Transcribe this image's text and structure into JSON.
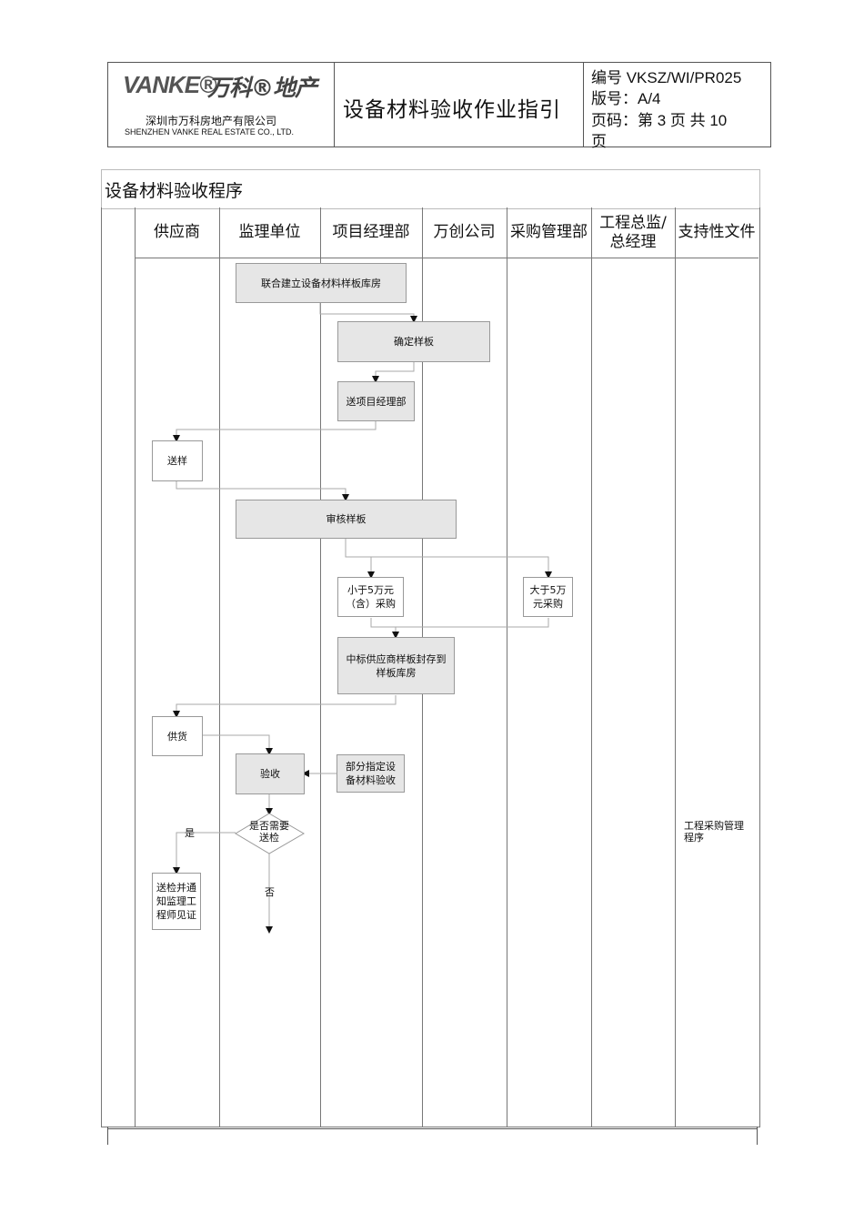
{
  "header": {
    "logo_en": "VANKE®",
    "logo_cn": "万科®地产",
    "company_cn": "深圳市万科房地产有限公司",
    "company_en": "SHENZHEN VANKE REAL ESTATE CO., LTD.",
    "doc_title": "设备材料验收作业指引",
    "code": "编号 VKSZ/WI/PR025",
    "version": "版号：A/4",
    "page_line": "页码：第 3 页 共 10",
    "page_line2": "页"
  },
  "section_title": "设备材料验收程序",
  "lanes": [
    "供应商",
    "监理单位",
    "项目经理部",
    "万创公司",
    "采购管理部",
    "工程总监/总经理",
    "支持性文件"
  ],
  "flow": {
    "step1": "联合建立设备材料样板库房",
    "step2": "确定样板",
    "step3": "送项目经理部",
    "step4": "送样",
    "step5": "审核样板",
    "step6": "小于5万元（含）采购",
    "step7": "大于5万元采购",
    "step8": "中标供应商样板封存到样板库房",
    "step9": "供货",
    "step10": "验收",
    "step11": "部分指定设备材料验收",
    "decision": "是否需要送检",
    "yes": "是",
    "no": "否",
    "step12": "送检并通知监理工程师见证"
  },
  "support_doc": "工程采购管理程序"
}
